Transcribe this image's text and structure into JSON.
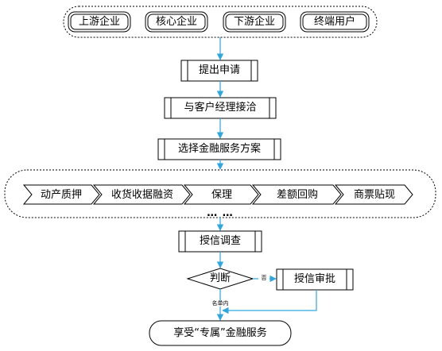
{
  "participants": [
    "上游企业",
    "核心企业",
    "下游企业",
    "终端用户"
  ],
  "steps": {
    "apply": "提出申请",
    "meet": "与客户经理接洽",
    "choose": "选择金融服务方案",
    "credit_check": "授信调查",
    "judge": "判断",
    "approval": "授信审批",
    "result": "享受“专属”金融服务"
  },
  "products": [
    "动产质押",
    "收货收据融资",
    "保理",
    "差额回购",
    "商票贴现"
  ],
  "ellipsis": "… …",
  "edge_labels": {
    "no": "否",
    "in_list": "名单内"
  },
  "colors": {
    "arrow": "#2ea6e0",
    "stroke": "#000000"
  }
}
